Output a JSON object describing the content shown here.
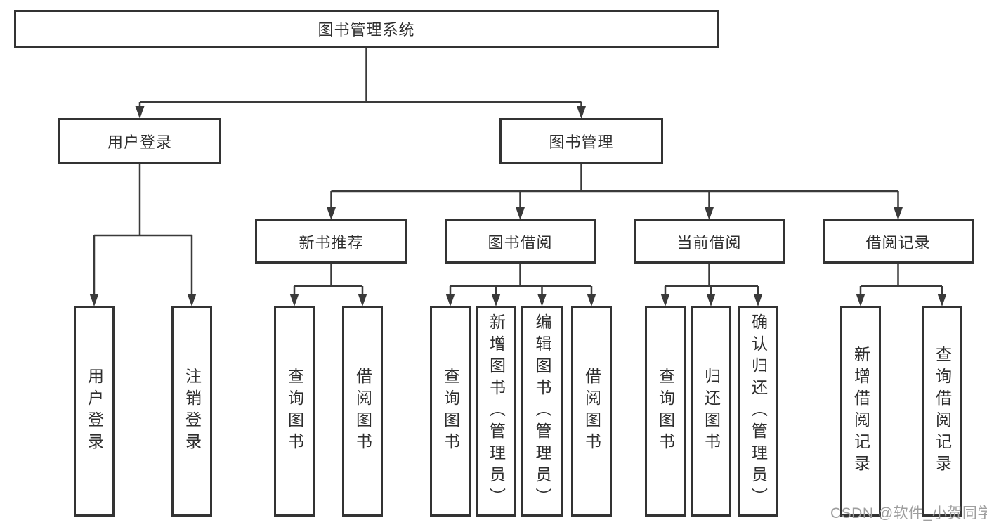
{
  "diagram": {
    "title": "图书管理系统",
    "root": {
      "label": "图书管理系统"
    },
    "level2": [
      {
        "id": "user-login",
        "label": "用户登录"
      },
      {
        "id": "book-management",
        "label": "图书管理"
      }
    ],
    "level3": [
      {
        "id": "new-book-recommend",
        "label": "新书推荐"
      },
      {
        "id": "book-borrow",
        "label": "图书借阅"
      },
      {
        "id": "current-borrow",
        "label": "当前借阅"
      },
      {
        "id": "borrow-record",
        "label": "借阅记录"
      }
    ],
    "leaves": [
      {
        "id": "user-login",
        "parent": "用户登录",
        "label": "用户登录"
      },
      {
        "id": "logout",
        "parent": "用户登录",
        "label": "注销登录"
      },
      {
        "id": "query-books-1",
        "parent": "新书推荐",
        "label": "查询图书"
      },
      {
        "id": "borrow-books-1",
        "parent": "新书推荐",
        "label": "借阅图书"
      },
      {
        "id": "query-books-2",
        "parent": "图书借阅",
        "label": "查询图书"
      },
      {
        "id": "add-book-admin",
        "parent": "图书借阅",
        "label": "新增图书（管理员）"
      },
      {
        "id": "edit-book-admin",
        "parent": "图书借阅",
        "label": "编辑图书（管理员）"
      },
      {
        "id": "borrow-books-2",
        "parent": "图书借阅",
        "label": "借阅图书"
      },
      {
        "id": "query-books-3",
        "parent": "当前借阅",
        "label": "查询图书"
      },
      {
        "id": "return-book",
        "parent": "当前借阅",
        "label": "归还图书"
      },
      {
        "id": "confirm-return-admin",
        "parent": "当前借阅",
        "label": "确认归还（管理员）"
      },
      {
        "id": "add-borrow-record",
        "parent": "借阅记录",
        "label": "新增借阅记录"
      },
      {
        "id": "query-borrow-record",
        "parent": "借阅记录",
        "label": "查询借阅记录"
      }
    ]
  },
  "watermark": {
    "text": "CSDN @软件_小贺同学",
    "color": "#9e9e9e"
  },
  "colors": {
    "line": "#3a3a3a",
    "box_border": "#333333",
    "text": "#2e2e2e",
    "background": "#ffffff"
  }
}
